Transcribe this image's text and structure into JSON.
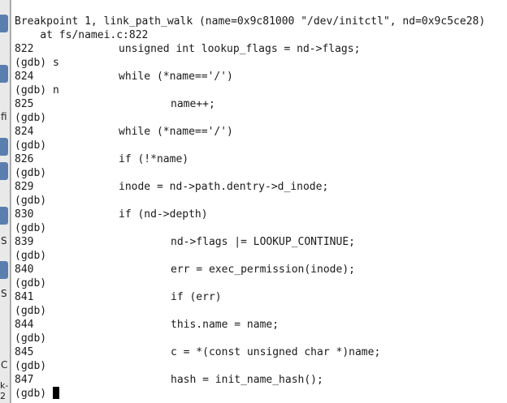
{
  "desktop_peek": {
    "glyphs": [
      "fi",
      "S",
      "S",
      "C",
      "k-2"
    ]
  },
  "terminal": {
    "lines": [
      {
        "kind": "text",
        "text": "Breakpoint 1, link_path_walk (name=0x9c81000 \"/dev/initctl\", nd=0x9c5ce28)"
      },
      {
        "kind": "text",
        "text": "    at fs/namei.c:822"
      },
      {
        "kind": "src",
        "num": "822",
        "code": "unsigned int lookup_flags = nd->flags;",
        "indent": 0
      },
      {
        "kind": "text",
        "text": "(gdb) s"
      },
      {
        "kind": "src",
        "num": "824",
        "code": "while (*name=='/')",
        "indent": 0
      },
      {
        "kind": "text",
        "text": "(gdb) n"
      },
      {
        "kind": "src",
        "num": "825",
        "code": "name++;",
        "indent": 1
      },
      {
        "kind": "text",
        "text": "(gdb)"
      },
      {
        "kind": "src",
        "num": "824",
        "code": "while (*name=='/')",
        "indent": 0
      },
      {
        "kind": "text",
        "text": "(gdb)"
      },
      {
        "kind": "src",
        "num": "826",
        "code": "if (!*name)",
        "indent": 0
      },
      {
        "kind": "text",
        "text": "(gdb)"
      },
      {
        "kind": "src",
        "num": "829",
        "code": "inode = nd->path.dentry->d_inode;",
        "indent": 0
      },
      {
        "kind": "text",
        "text": "(gdb)"
      },
      {
        "kind": "src",
        "num": "830",
        "code": "if (nd->depth)",
        "indent": 0
      },
      {
        "kind": "text",
        "text": "(gdb)"
      },
      {
        "kind": "src",
        "num": "839",
        "code": "nd->flags |= LOOKUP_CONTINUE;",
        "indent": 1
      },
      {
        "kind": "text",
        "text": "(gdb)"
      },
      {
        "kind": "src",
        "num": "840",
        "code": "err = exec_permission(inode);",
        "indent": 1
      },
      {
        "kind": "text",
        "text": "(gdb)"
      },
      {
        "kind": "src",
        "num": "841",
        "code": "if (err)",
        "indent": 1
      },
      {
        "kind": "text",
        "text": "(gdb)"
      },
      {
        "kind": "src",
        "num": "844",
        "code": "this.name = name;",
        "indent": 1
      },
      {
        "kind": "text",
        "text": "(gdb)"
      },
      {
        "kind": "src",
        "num": "845",
        "code": "c = *(const unsigned char *)name;",
        "indent": 1
      },
      {
        "kind": "text",
        "text": "(gdb)"
      },
      {
        "kind": "src",
        "num": "847",
        "code": "hash = init_name_hash();",
        "indent": 1
      },
      {
        "kind": "prompt",
        "text": "(gdb) "
      }
    ]
  }
}
